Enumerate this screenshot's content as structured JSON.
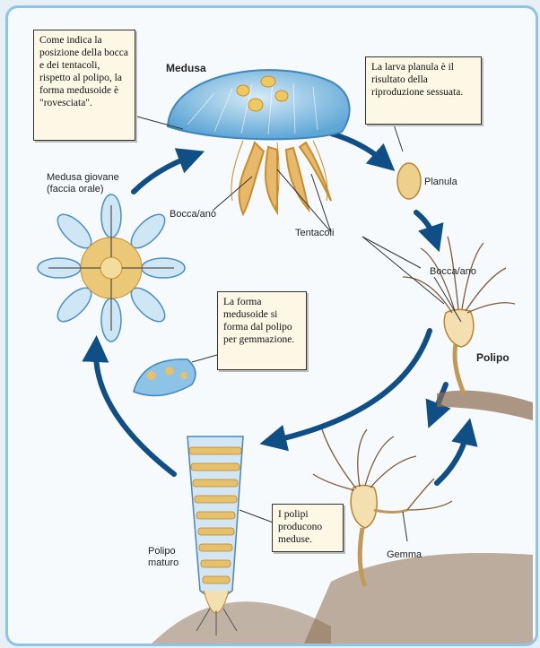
{
  "colors": {
    "frame": "#8fc4e6",
    "arrow": "#0f4f86",
    "bell": "#8cc3e6",
    "tentacle": "#e3b25e",
    "box_bg": "#fdf7e6",
    "ground": "#8a6b4f"
  },
  "stages": {
    "medusa": "Medusa",
    "young_medusa": "Medusa giovane\n(faccia orale)",
    "planula": "Planula",
    "polyp": "Polipo",
    "mature_polyp": "Polipo\nmaturo",
    "bud": "Gemma"
  },
  "parts": {
    "mouth_anus_medusa": "Bocca/ano",
    "tentacles": "Tentacoli",
    "mouth_anus_polyp": "Bocca/ano"
  },
  "callouts": {
    "medusoid_inverted": "Come indica la posizione della bocca e dei tentacoli, rispetto al polipo, la forma medusoide è \"rovesciata\".",
    "planula_larva": "La larva planula è il risultato della riproduzione sessuata.",
    "budding": "La forma medusoide si forma dal polipo per gemmazione.",
    "polyps_produce": "I polipi producono meduse."
  }
}
